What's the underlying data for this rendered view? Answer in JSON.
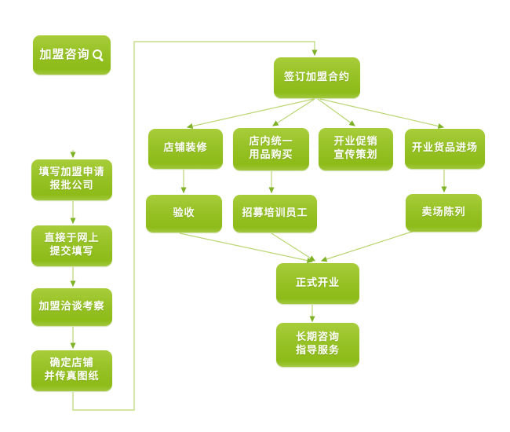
{
  "title": "franchise-join-process-flowchart",
  "colors": {
    "node_gradient_top": "#a8cd3a",
    "node_gradient_main": "#97c226",
    "node_gradient_bottom": "#8dbb18",
    "node_text": "#ffffff",
    "connector_line": "#b9d671",
    "arrowhead": "#7fb226",
    "background": "#ffffff"
  },
  "icons": {
    "search_icon": "magnifier"
  },
  "nodes": {
    "consult": {
      "label": "加盟咨询"
    },
    "fill_application": {
      "label": "填写加盟申请\n报批公司"
    },
    "online_submit": {
      "label": "直接于网上\n提交填写"
    },
    "negotiation": {
      "label": "加盟洽谈考察"
    },
    "confirm_store": {
      "label": "确定店铺\n并传真图纸"
    },
    "sign_contract": {
      "label": "签订加盟合约"
    },
    "decoration": {
      "label": "店铺装修"
    },
    "supplies": {
      "label": "店内统一\n用品购买"
    },
    "promotion": {
      "label": "开业促销\n宣传策划"
    },
    "goods_entry": {
      "label": "开业货品进场"
    },
    "acceptance": {
      "label": "验收"
    },
    "recruit_training": {
      "label": "招募培训员工"
    },
    "display": {
      "label": "卖场陈列"
    },
    "grand_opening": {
      "label": "正式开业"
    },
    "long_term_service": {
      "label": "长期咨询\n指导服务"
    }
  },
  "edges": [
    {
      "from": "consult",
      "to": "fill_application"
    },
    {
      "from": "fill_application",
      "to": "online_submit"
    },
    {
      "from": "online_submit",
      "to": "negotiation"
    },
    {
      "from": "negotiation",
      "to": "confirm_store"
    },
    {
      "from": "confirm_store",
      "to": "sign_contract",
      "style": "orthogonal-loop"
    },
    {
      "from": "sign_contract",
      "to": "decoration"
    },
    {
      "from": "sign_contract",
      "to": "supplies"
    },
    {
      "from": "sign_contract",
      "to": "promotion"
    },
    {
      "from": "sign_contract",
      "to": "goods_entry"
    },
    {
      "from": "decoration",
      "to": "acceptance"
    },
    {
      "from": "supplies",
      "to": "recruit_training"
    },
    {
      "from": "goods_entry",
      "to": "display"
    },
    {
      "from": "acceptance",
      "to": "grand_opening"
    },
    {
      "from": "recruit_training",
      "to": "grand_opening"
    },
    {
      "from": "display",
      "to": "grand_opening"
    },
    {
      "from": "grand_opening",
      "to": "long_term_service"
    }
  ]
}
